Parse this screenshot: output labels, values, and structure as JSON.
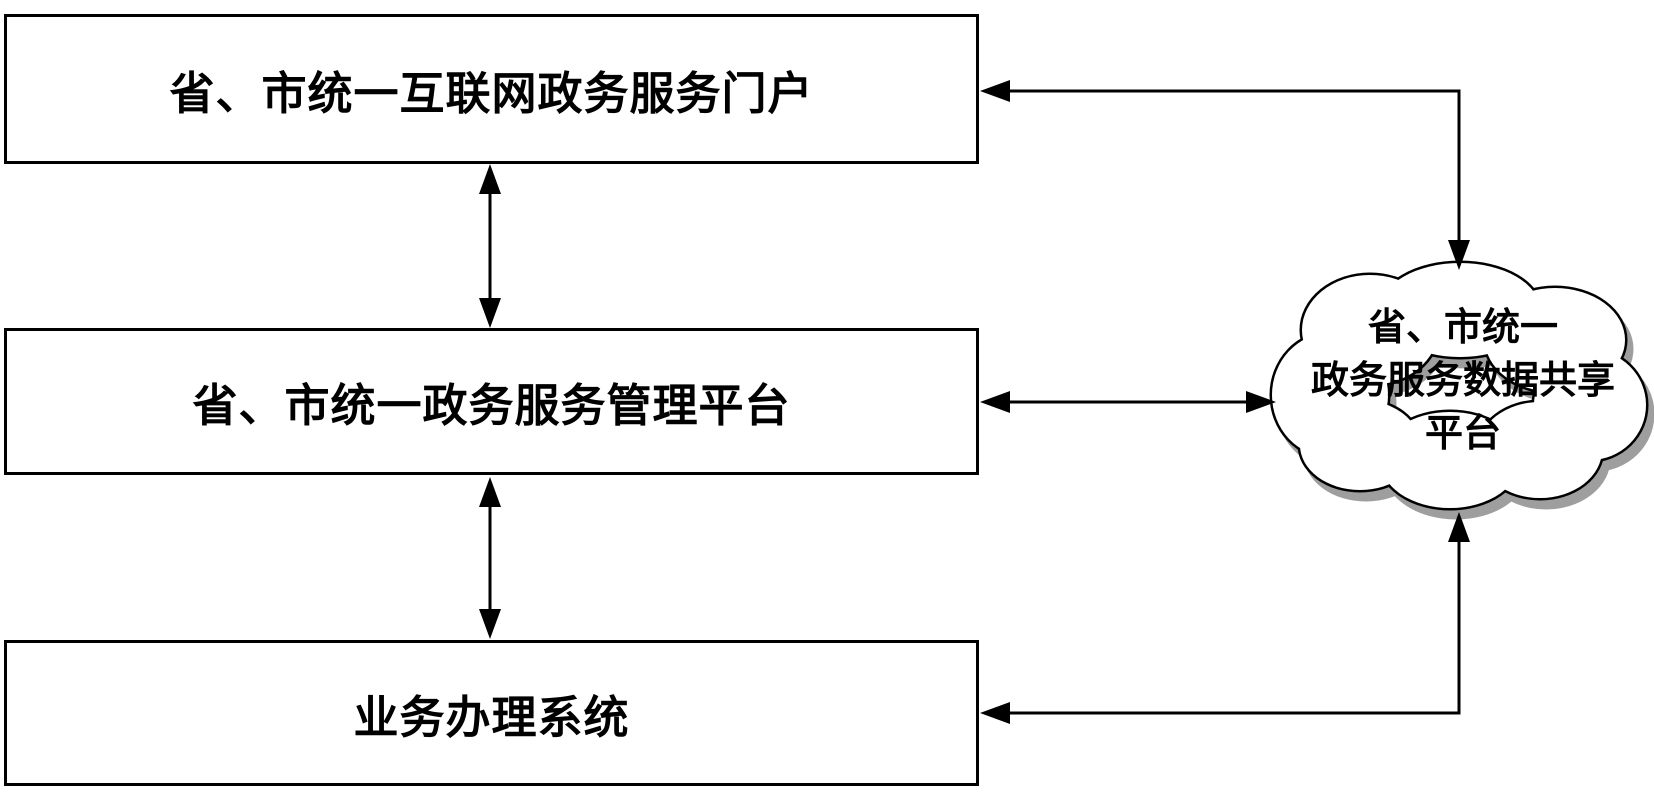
{
  "canvas": {
    "background": "#ffffff",
    "line_color": "#000000",
    "box_fill": "#ffffff",
    "text_color": "#000000",
    "cloud_shadow_color": "#9e9e9e"
  },
  "nodes": {
    "portal": {
      "label": "省、市统一互联网政务服务门户",
      "shape": "rectangle"
    },
    "platform": {
      "label": "省、市统一政务服务管理平台",
      "shape": "rectangle"
    },
    "business": {
      "label": "业务办理系统",
      "shape": "rectangle"
    },
    "cloud": {
      "label": "省、市统一政务服务数据共享平台",
      "shape": "cloud",
      "lines": [
        "省、市统一",
        "政务服务数据共享",
        "平台"
      ]
    }
  },
  "connectors": [
    {
      "id": "portal-platform",
      "from": "portal",
      "to": "platform",
      "type": "straight-vertical",
      "arrows": "both"
    },
    {
      "id": "platform-business",
      "from": "platform",
      "to": "business",
      "type": "straight-vertical",
      "arrows": "both"
    },
    {
      "id": "portal-cloud",
      "from": "portal",
      "to": "cloud",
      "type": "elbow",
      "arrows": "both"
    },
    {
      "id": "platform-cloud",
      "from": "platform",
      "to": "cloud",
      "type": "straight-horizontal",
      "arrows": "both"
    },
    {
      "id": "business-cloud",
      "from": "business",
      "to": "cloud",
      "type": "elbow",
      "arrows": "both"
    }
  ]
}
